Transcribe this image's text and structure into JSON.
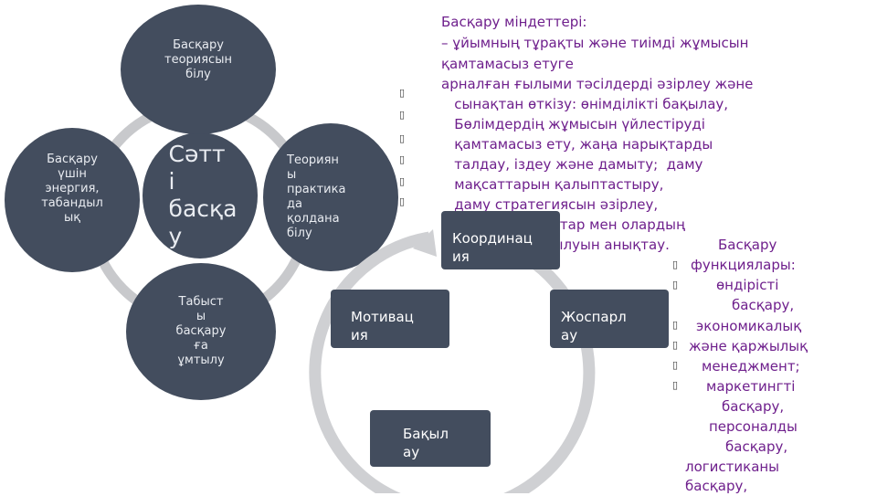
{
  "colors": {
    "node_fill": "#434d5e",
    "ring": "#c8c9cc",
    "purple_text": "#6e1f8c",
    "node_text": "#e9ecf1"
  },
  "left_diagram": {
    "center": "Сәтт\nі\nбасқа\nу",
    "nodes": [
      {
        "text": "Басқару\nтеориясын\nбілу"
      },
      {
        "text": "Теориян\nы\nпрактика\nда\nқолдана\nбілу"
      },
      {
        "text": "Табыст\nы\nбасқару\nға\nұмтылу"
      },
      {
        "text": "Басқару\nүшін\nэнергия,\nтабандыл\nық"
      }
    ]
  },
  "tasks": {
    "lines": [
      "Басқару міндеттері:",
      "– ұйымның тұрақты және тиімді жұмысын",
      "қамтамасыз етуге",
      "арналған ғылыми тәсілдерді әзірлеу және",
      "   сынақтан өткізу: өнімділікті бақылау,",
      "   Бөлімдердің жұмысын үйлестіруді",
      "   қамтамасыз ету, жаңа нарықтарды",
      "   талдау, іздеу және дамыту;  даму",
      "   мақсаттарын қалыптастыру,",
      "   даму стратегиясын әзірлеу,",
      "                ресурстар мен олардың",
      "                таратылуын анықтау."
    ]
  },
  "cycle": {
    "boxes": [
      "Координац\nия",
      "Жоспарл\nау",
      "Бақыл\nау",
      "Мотивац\nия"
    ]
  },
  "functions": {
    "lines": [
      "Басқару",
      "функциялары:",
      "өндірісті",
      "басқару,",
      "экономикалық",
      "және қаржылық",
      "менеджмент;",
      "маркетингті",
      "басқару,",
      "персоналды",
      "басқару,",
      "логистиканы",
      "басқару,"
    ]
  },
  "bullet_glyph": "▯"
}
